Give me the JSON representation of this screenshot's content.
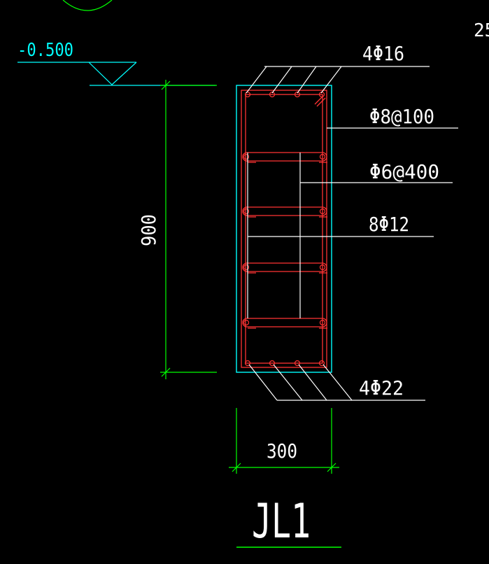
{
  "colors": {
    "background": "#000000",
    "outline": "#00ffff",
    "rebar": "#ff3333",
    "leader": "#ffffff",
    "dimension": "#00ff00",
    "text_white": "#ffffff",
    "text_cyan": "#00ffff"
  },
  "elevation": {
    "label": "-0.500"
  },
  "corner_text": "25",
  "annotations": {
    "top_bars": "4Φ16",
    "stirrup": "Φ8@100",
    "tie_bar": "Φ6@400",
    "side_bars": "8Φ12",
    "bottom_bars": "4Φ22"
  },
  "dimensions": {
    "height": "900",
    "width": "300"
  },
  "title": "JL1"
}
